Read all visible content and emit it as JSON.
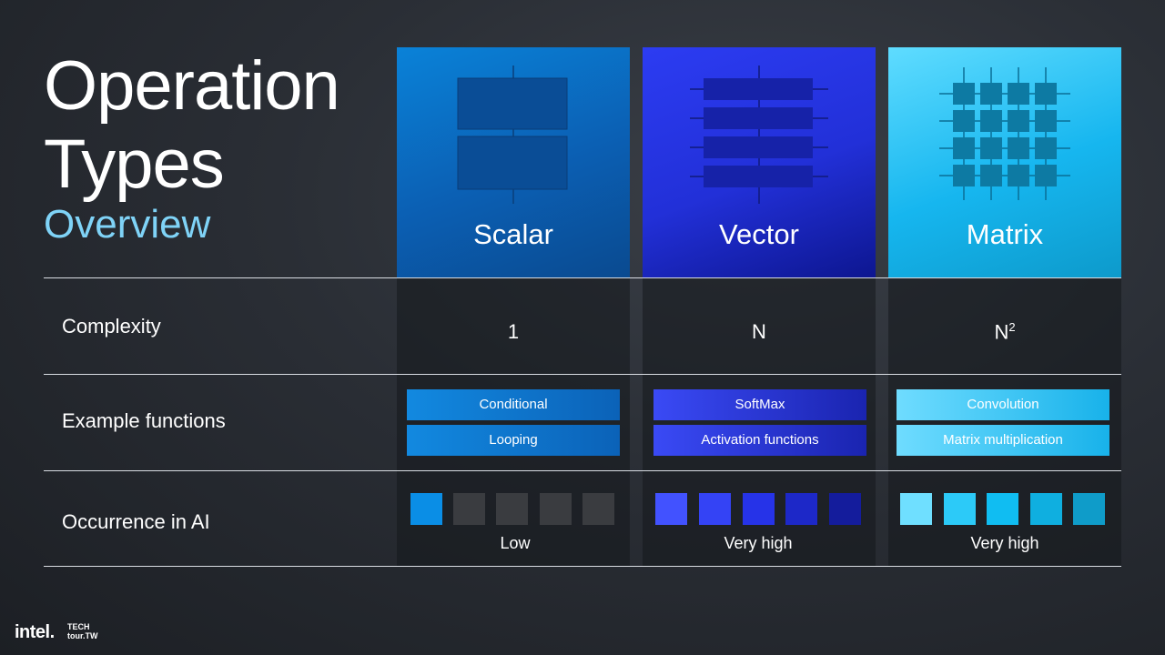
{
  "title": {
    "line1": "Operation",
    "line2": "Types",
    "subtitle": "Overview"
  },
  "columns": [
    {
      "name": "Scalar",
      "complexity": "1",
      "examples": [
        "Conditional",
        "Looping"
      ],
      "occurrence": "Low"
    },
    {
      "name": "Vector",
      "complexity": "N",
      "examples": [
        "SoftMax",
        "Activation functions"
      ],
      "occurrence": "Very high"
    },
    {
      "name": "Matrix",
      "complexity_base": "N",
      "complexity_exp": "2",
      "examples": [
        "Convolution",
        "Matrix multiplication"
      ],
      "occurrence": "Very high"
    }
  ],
  "rows": {
    "complexity": "Complexity",
    "examples": "Example functions",
    "occurrence": "Occurrence in AI"
  },
  "occurrence_levels": {
    "scalar_active": 1,
    "vector_active": 5,
    "matrix_active": 5,
    "total": 5
  },
  "colors": {
    "scalar": "#0a82d8",
    "vector": "#2230d8",
    "matrix": "#16b6ef",
    "subtitle": "#7fd3f7",
    "inactive": "#3a3c40"
  },
  "logo": {
    "brand": "intel.",
    "event_line1": "TECH",
    "event_line2": "tour.TW"
  }
}
